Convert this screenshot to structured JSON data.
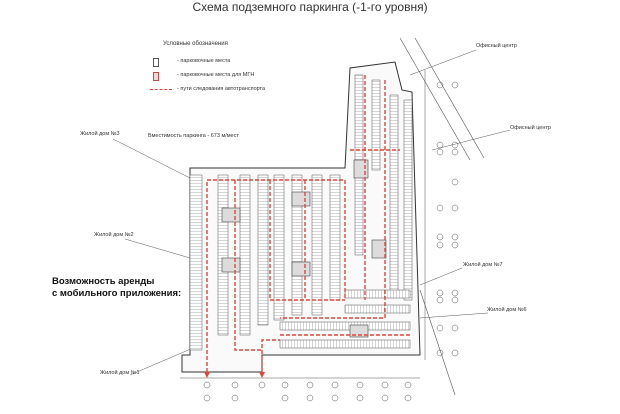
{
  "title": "Схема подземного паркинга (-1-го уровня)",
  "legend": {
    "heading": "Условные обозначения",
    "items": [
      {
        "icon": "parking-space-icon",
        "label": "- парковочные места"
      },
      {
        "icon": "disabled-parking-space-icon",
        "label": "- парковочные места для МГН"
      },
      {
        "icon": "vehicle-route-icon",
        "label": "- пути следования автотранспорта"
      }
    ]
  },
  "capacity": "Вместимость паркинга - 673 м/мест",
  "rent": {
    "line1": "Возможность аренды",
    "line2": "с мобильного приложения:"
  },
  "buildings": {
    "house3": "Жилой дом №3",
    "house2": "Жилой дом №2",
    "house1": "Жилой дом №1",
    "house7": "Жилой дом №7",
    "house6": "Жилой дом №6",
    "office1": "Офисный центр",
    "office2": "Офисный центр"
  },
  "colors": {
    "route": "#e0463a",
    "lines": "#555555",
    "spot": "#8a8a8a"
  }
}
